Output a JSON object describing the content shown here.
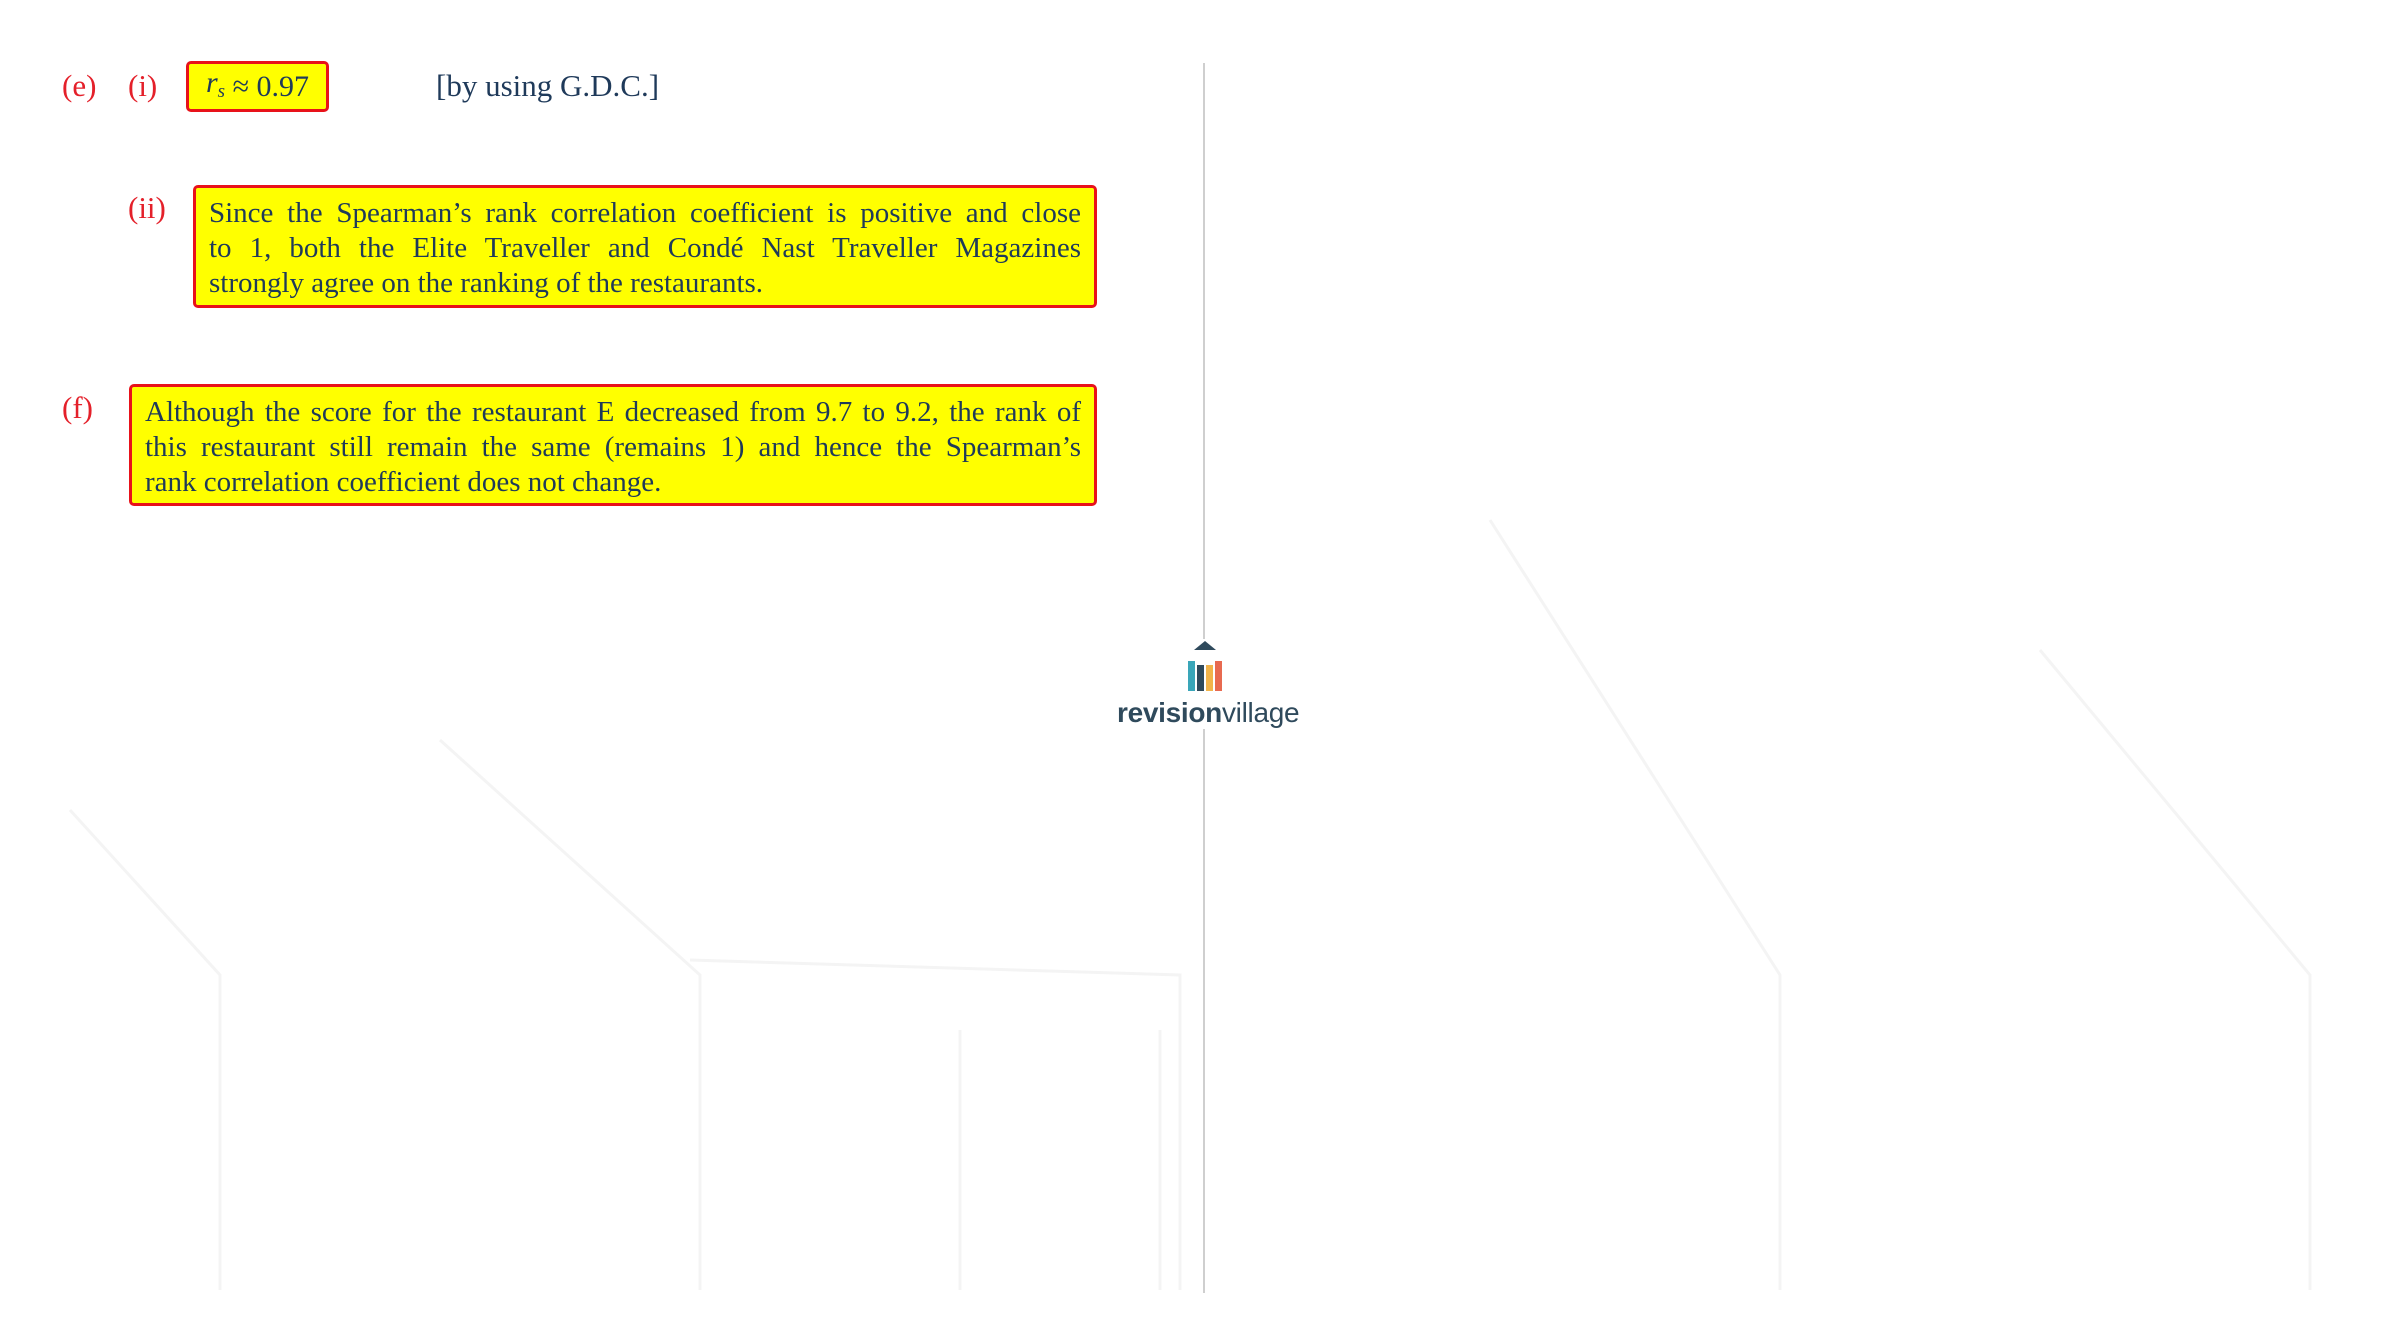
{
  "part_e": {
    "label": "(e)",
    "sub_i": {
      "label": "(i)",
      "answer_symbol": "r",
      "answer_subscript": "s",
      "answer_value": "≈ 0.97",
      "note": "[by using G.D.C.]"
    },
    "sub_ii": {
      "label": "(ii)",
      "lines": [
        "Since the Spearman’s rank correlation coefficient is positive and close",
        "to 1, both the Elite Traveller and Condé Nast Traveller Magazines",
        "strongly agree on the ranking of the restaurants."
      ]
    }
  },
  "part_f": {
    "label": "(f)",
    "lines": [
      "Although the score for the restaurant E decreased from 9.7 to 9.2, the rank of",
      "this restaurant still remain the same (remains 1) and hence the Spearman’s",
      "rank correlation coefficient does not change."
    ]
  },
  "logo": {
    "bold": "revision",
    "regular": "village",
    "colors": {
      "roof": "#2f4a5c",
      "bar1": "#3aa6b9",
      "bar2": "#2f4a5c",
      "bar3": "#f2b44b",
      "bar4": "#e86a50"
    }
  },
  "colors": {
    "label_red": "#e4202a",
    "highlight": "#ffff00",
    "border_red": "#e8121a",
    "text_navy": "#1f3a5a"
  }
}
